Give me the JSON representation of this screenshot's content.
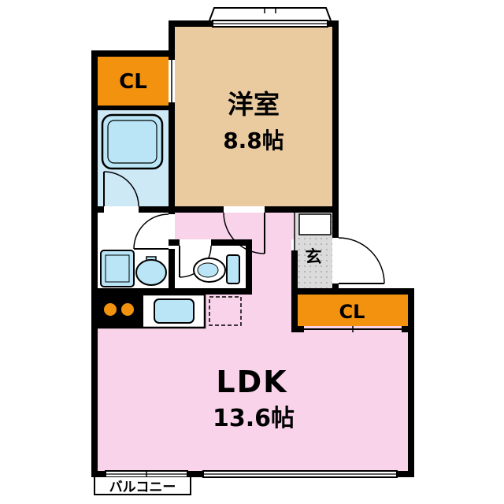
{
  "floorplan": {
    "rooms": {
      "western": {
        "name": "洋室",
        "size": "8.8帖"
      },
      "ldk": {
        "name": "LDK",
        "size": "13.6帖"
      },
      "closet_top": {
        "name": "CL"
      },
      "closet_side": {
        "name": "CL"
      },
      "entrance": {
        "name": "玄"
      },
      "balcony": {
        "name": "バルコニー"
      }
    },
    "colors": {
      "wall": "#000000",
      "western_floor": "#EACBA0",
      "ldk_floor": "#F8D3EA",
      "closet_fill": "#F2920F",
      "bathroom_floor": "#CEE9F6",
      "fixture_blue": "#B9E5F6",
      "entrance_floor": "#DBDBDB",
      "accent_orange": "#F2920F",
      "background": "#FFFFFF"
    }
  }
}
